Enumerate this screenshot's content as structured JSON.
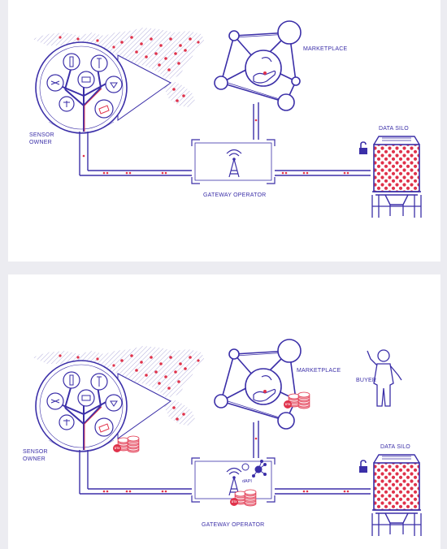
{
  "colors": {
    "accent": "#3b2fa8",
    "dots": "#e0324b",
    "background": "#ececf1",
    "panel": "#ffffff"
  },
  "panels": [
    {
      "labels": {
        "sensor_owner_1": "SENSOR",
        "sensor_owner_2": "OWNER",
        "marketplace": "MARKETPLACE",
        "gateway_operator": "GATEWAY OPERATOR",
        "data_silo": "DATA SILO"
      },
      "icons": [
        "world-map-icon",
        "sensor-tree-icon",
        "network-icon",
        "hand-icon",
        "antenna-icon",
        "padlock-icon",
        "silo-icon"
      ]
    },
    {
      "labels": {
        "sensor_owner_1": "SENSOR",
        "sensor_owner_2": "OWNER",
        "marketplace": "MARKETPLACE",
        "gateway_operator": "GATEWAY OPERATOR",
        "data_silo": "DATA SILO",
        "buyer": "BUYER",
        "dapi": "dAPI",
        "coin": "DTX"
      },
      "icons": [
        "world-map-icon",
        "sensor-tree-icon",
        "network-icon",
        "hand-icon",
        "antenna-icon",
        "padlock-icon",
        "silo-icon",
        "buyer-icon",
        "coin-stack-icon",
        "dapi-network-icon"
      ]
    }
  ]
}
